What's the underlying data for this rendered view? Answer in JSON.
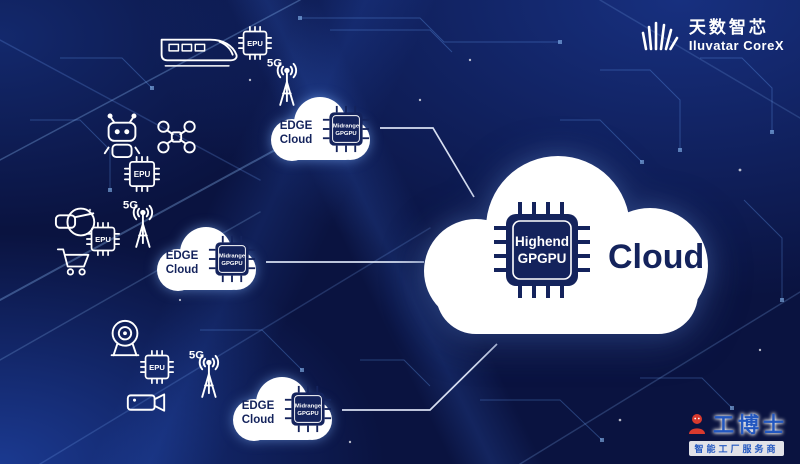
{
  "brand": {
    "name_cn": "天数智芯",
    "name_en": "Iluvatar CoreX"
  },
  "main_cloud": {
    "chip_line1": "Highend",
    "chip_line2": "GPGPU",
    "label": "Cloud"
  },
  "edge_clouds": [
    {
      "title_line1": "EDGE",
      "title_line2": "Cloud",
      "chip_line1": "Midrange",
      "chip_line2": "GPGPU"
    },
    {
      "title_line1": "EDGE",
      "title_line2": "Cloud",
      "chip_line1": "Midrange",
      "chip_line2": "GPGPU"
    },
    {
      "title_line1": "EDGE",
      "title_line2": "Cloud",
      "chip_line1": "Midrange",
      "chip_line2": "GPGPU"
    }
  ],
  "labels": {
    "epu": "EPU",
    "five_g": "5G"
  },
  "watermark": {
    "title": "工博士",
    "subtitle": "智能工厂服务商"
  },
  "colors": {
    "background": "#0a1340",
    "navy": "#14235c",
    "circuit": "#6eaaff",
    "white": "#ffffff",
    "watermark_blue": "#2257c0",
    "watermark_red": "#d93a2e"
  }
}
